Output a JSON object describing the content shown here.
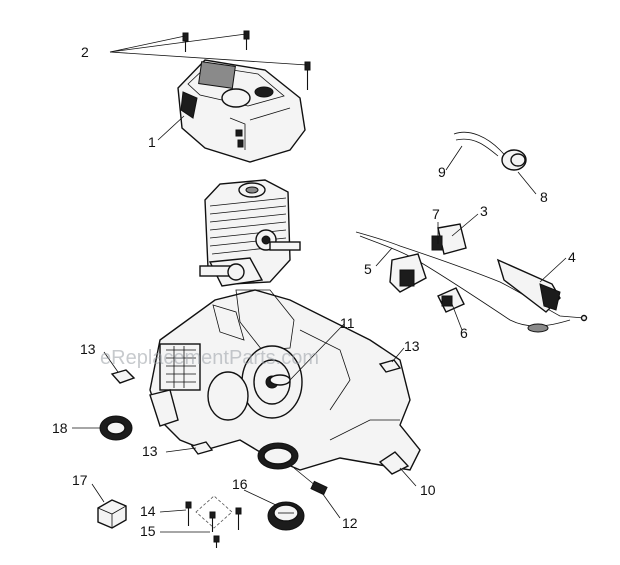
{
  "watermark": "eReplacementParts.com",
  "callouts": [
    "1",
    "2",
    "3",
    "4",
    "5",
    "6",
    "7",
    "8",
    "9",
    "10",
    "11",
    "12",
    "13",
    "13",
    "13",
    "14",
    "15",
    "16",
    "17",
    "18"
  ],
  "colors": {
    "ink": "#111111",
    "background": "#ffffff",
    "watermark": "#9aa0a6"
  }
}
